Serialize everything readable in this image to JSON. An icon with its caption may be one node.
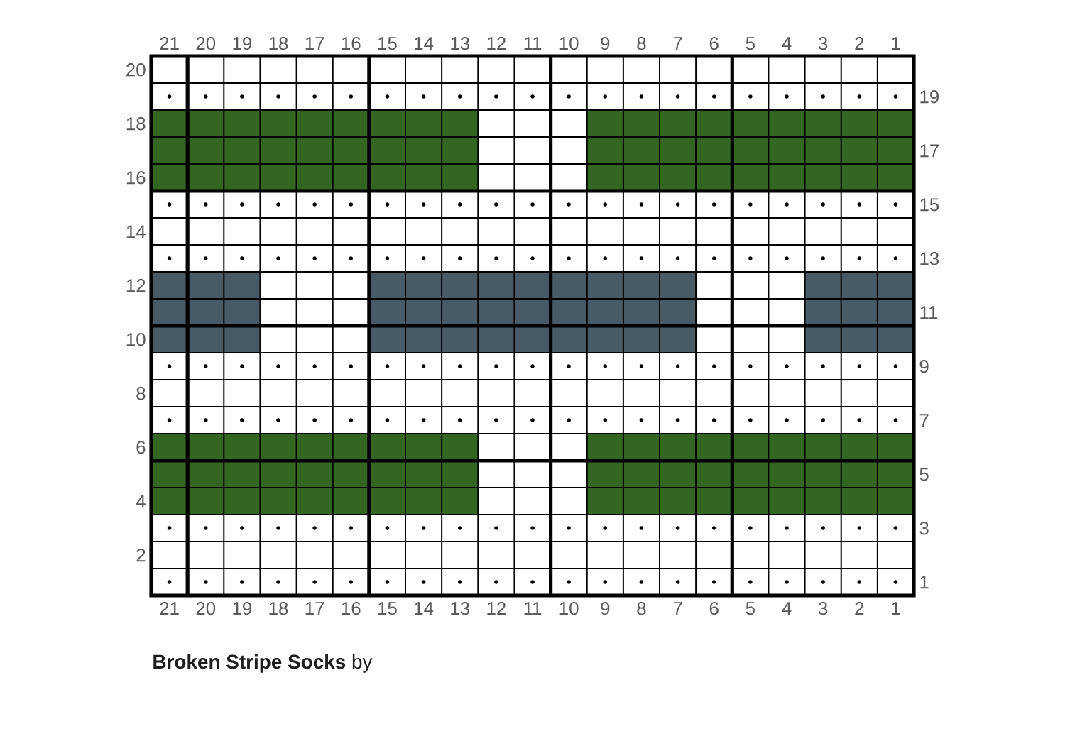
{
  "diagram": {
    "caption": "**Broken Stripe Socks** by",
    "labels": [
      "21",
      "20",
      "19",
      "18",
      "17",
      "16",
      "15",
      "14",
      "13",
      "12",
      "11",
      "10",
      "9",
      "8",
      "7",
      "6",
      "5",
      "4",
      "3",
      "2",
      "1",
      "20",
      "19",
      "18",
      "17",
      "16",
      "15",
      "14",
      "13",
      "12",
      "11",
      "10",
      "9",
      "8",
      "7",
      "6",
      "5",
      "4",
      "3",
      "2",
      "1",
      "21",
      "20",
      "19",
      "18",
      "17",
      "16",
      "15",
      "14",
      "13",
      "12",
      "11",
      "10",
      "9",
      "8",
      "7",
      "6",
      "5",
      "4",
      "3",
      "2",
      "1"
    ]
  }
}
